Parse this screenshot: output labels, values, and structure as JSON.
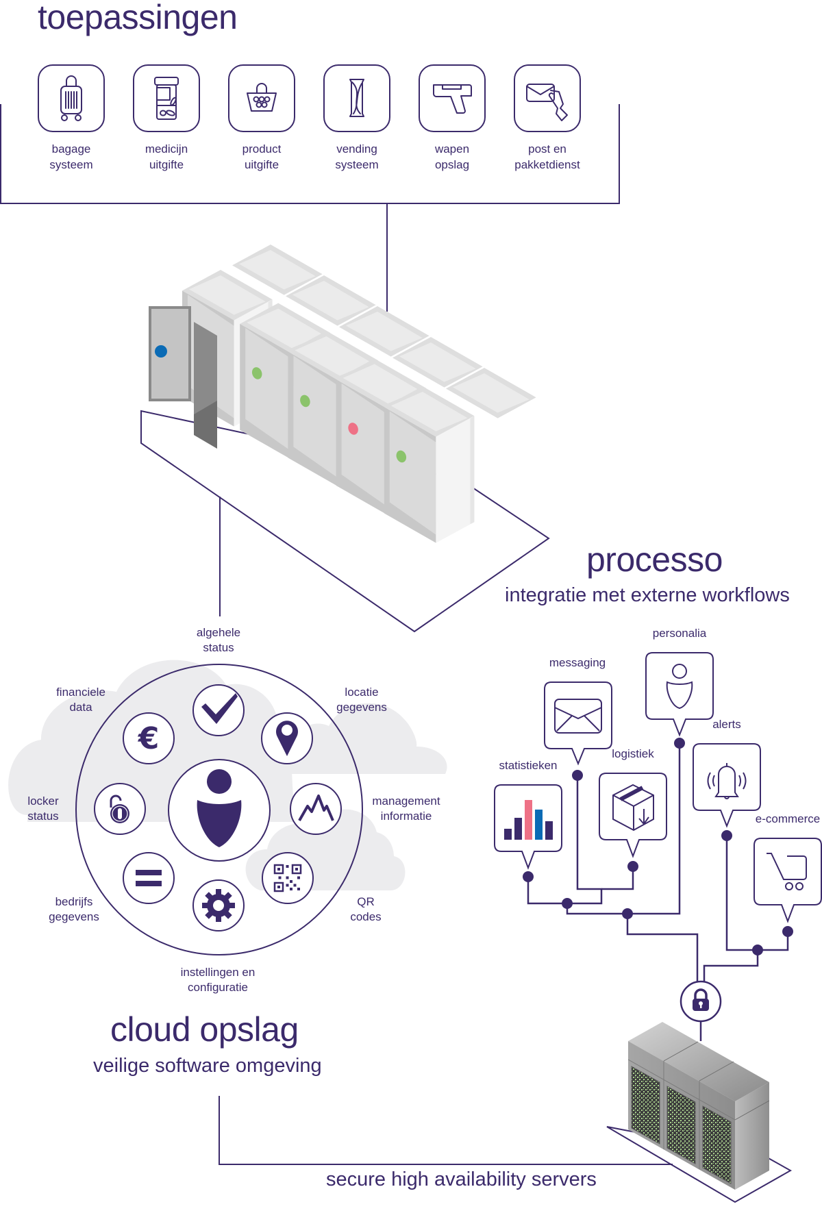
{
  "colors": {
    "brand": "#3b2a6b",
    "cloud": "#ececee",
    "status_blue": "#0b6bb5",
    "status_green": "#8bc36b",
    "status_red": "#ee7186",
    "locker_light": "#e6e6e6",
    "server_dark": "#8a8a8a",
    "server_screen_green": "#a8d08d"
  },
  "toepassingen": {
    "title": "toepassingen",
    "apps": [
      {
        "icon": "luggage-icon",
        "line1": "bagage",
        "line2": "systeem"
      },
      {
        "icon": "medicine-jar-icon",
        "line1": "medicijn",
        "line2": "uitgifte"
      },
      {
        "icon": "basket-icon",
        "line1": "product",
        "line2": "uitgifte"
      },
      {
        "icon": "can-icon",
        "line1": "vending",
        "line2": "systeem"
      },
      {
        "icon": "gun-icon",
        "line1": "wapen",
        "line2": "opslag"
      },
      {
        "icon": "envelope-hand-icon",
        "line1": "post en",
        "line2": "pakketdienst"
      }
    ]
  },
  "lockers": {
    "status_lights": [
      "blue",
      "green",
      "green",
      "red",
      "green"
    ]
  },
  "processo": {
    "title": "processo",
    "subtitle": "integratie met externe workflows",
    "integrations": [
      {
        "label": "statistieken",
        "icon": "bar-chart-icon"
      },
      {
        "label": "messaging",
        "icon": "envelope-icon"
      },
      {
        "label": "logistiek",
        "icon": "package-icon"
      },
      {
        "label": "personalia",
        "icon": "person-icon"
      },
      {
        "label": "alerts",
        "icon": "bell-icon"
      },
      {
        "label": "e-commerce",
        "icon": "cart-icon"
      }
    ]
  },
  "cloud": {
    "title": "cloud opslag",
    "subtitle": "veilige software omgeving",
    "features": [
      {
        "line1": "algehele",
        "line2": "status",
        "icon": "checkmark-icon"
      },
      {
        "line1": "locatie",
        "line2": "gegevens",
        "icon": "location-pin-icon"
      },
      {
        "line1": "management",
        "line2": "informatie",
        "icon": "line-graph-icon"
      },
      {
        "line1": "QR",
        "line2": "codes",
        "icon": "qr-code-icon"
      },
      {
        "line1": "instellingen en",
        "line2": "configuratie",
        "icon": "gear-icon"
      },
      {
        "line1": "bedrijfs",
        "line2": "gegevens",
        "icon": "equals-icon"
      },
      {
        "line1": "locker",
        "line2": "status",
        "icon": "unlocked-padlock-icon"
      },
      {
        "line1": "financiele",
        "line2": "data",
        "icon": "euro-icon"
      }
    ]
  },
  "servers": {
    "label": "secure high availability servers"
  }
}
